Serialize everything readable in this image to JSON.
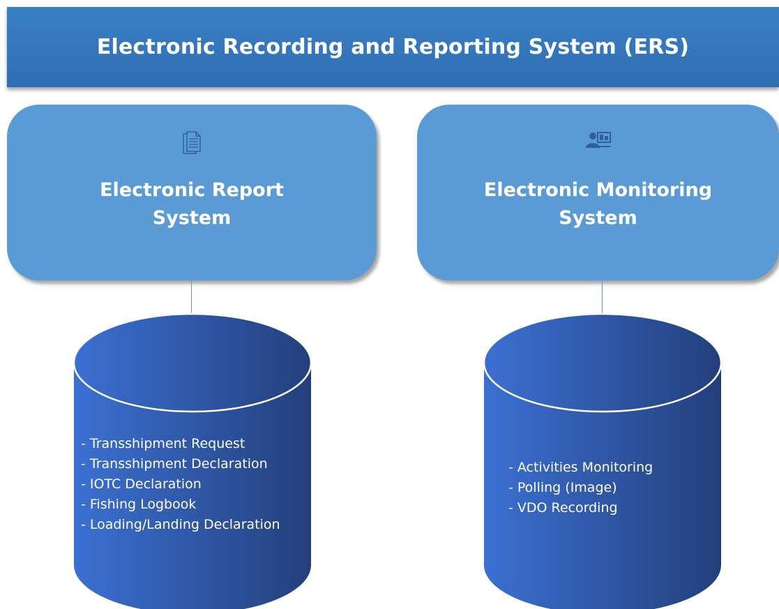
{
  "banner": {
    "title": "Electronic Recording and Reporting System (ERS)"
  },
  "left_card": {
    "title_line1": "Electronic Report",
    "title_line2": "System",
    "icon": "document-icon"
  },
  "right_card": {
    "title_line1": "Electronic Monitoring",
    "title_line2": "System",
    "icon": "monitoring-user-icon"
  },
  "left_db": {
    "items": [
      "- Transshipment Request",
      "- Transshipment Declaration",
      "- IOTC Declaration",
      "- Fishing Logbook",
      "- Loading/Landing Declaration"
    ]
  },
  "right_db": {
    "items": [
      "- Activities Monitoring",
      "- Polling (Image)",
      "- VDO Recording"
    ]
  },
  "colors": {
    "banner": "#2f6fb3",
    "card": "#5b9bd5",
    "cylinder_light": "#3a6fd0",
    "cylinder_dark": "#22407a"
  }
}
